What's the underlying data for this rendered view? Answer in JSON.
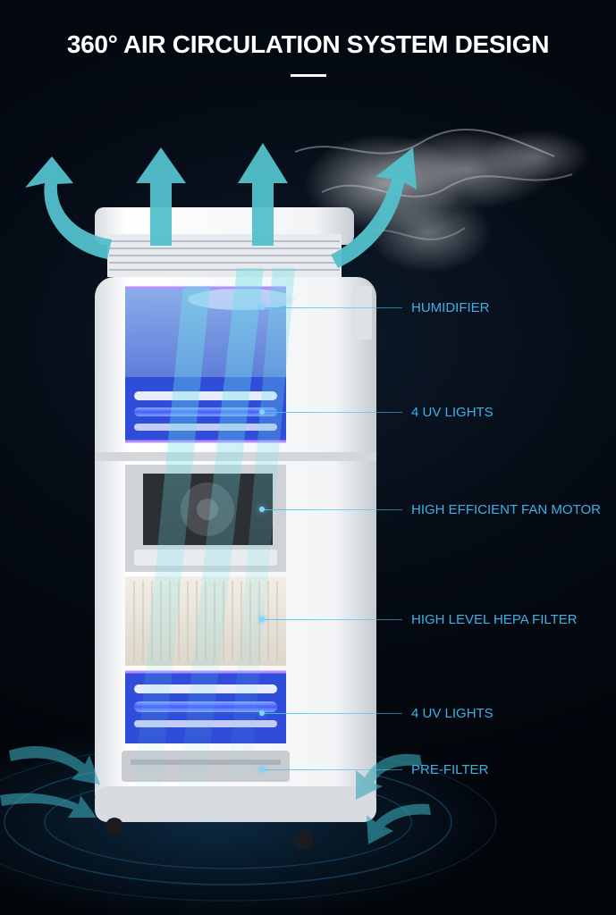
{
  "title": "360° AIR CIRCULATION SYSTEM DESIGN",
  "labels": [
    "HUMIDIFIER",
    "4 UV LIGHTS",
    "HIGH EFFICIENT FAN MOTOR",
    "HIGH LEVEL HEPA FILTER",
    "4 UV LIGHTS",
    "PRE-FILTER"
  ],
  "colors": {
    "label": "#3fb0e6",
    "arrow": "#5ac8d8",
    "uv_light": "#3f6bff",
    "body": "#f4f6f8",
    "background": "#050b14"
  },
  "icons": [
    "airflow-arrow-icon",
    "smoke-icon"
  ]
}
